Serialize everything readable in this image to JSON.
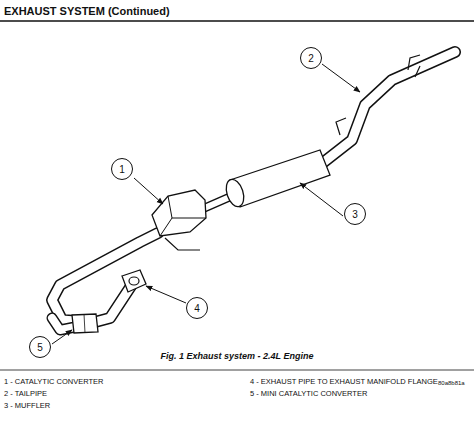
{
  "diagram": {
    "title": "EXHAUST SYSTEM (Continued)",
    "caption": "Fig. 1 Exhaust system - 2.4L Engine",
    "nodes": [
      {
        "text": [
          "2"
        ]
      },
      {
        "text": [
          "1"
        ]
      },
      {
        "text": [
          "3"
        ]
      },
      {
        "text": [
          "4"
        ]
      },
      {
        "text": [
          "5"
        ]
      }
    ],
    "labels": [
      "80a8b81a",
      "1 - CATALYTIC CONVERTER",
      "2 - TAILPIPE",
      "3 - MUFFLER",
      "4 - EXHAUST PIPE TO EXHAUST MANIFOLD FLANGE",
      "5 - MINI CATALYTIC CONVERTER"
    ]
  }
}
